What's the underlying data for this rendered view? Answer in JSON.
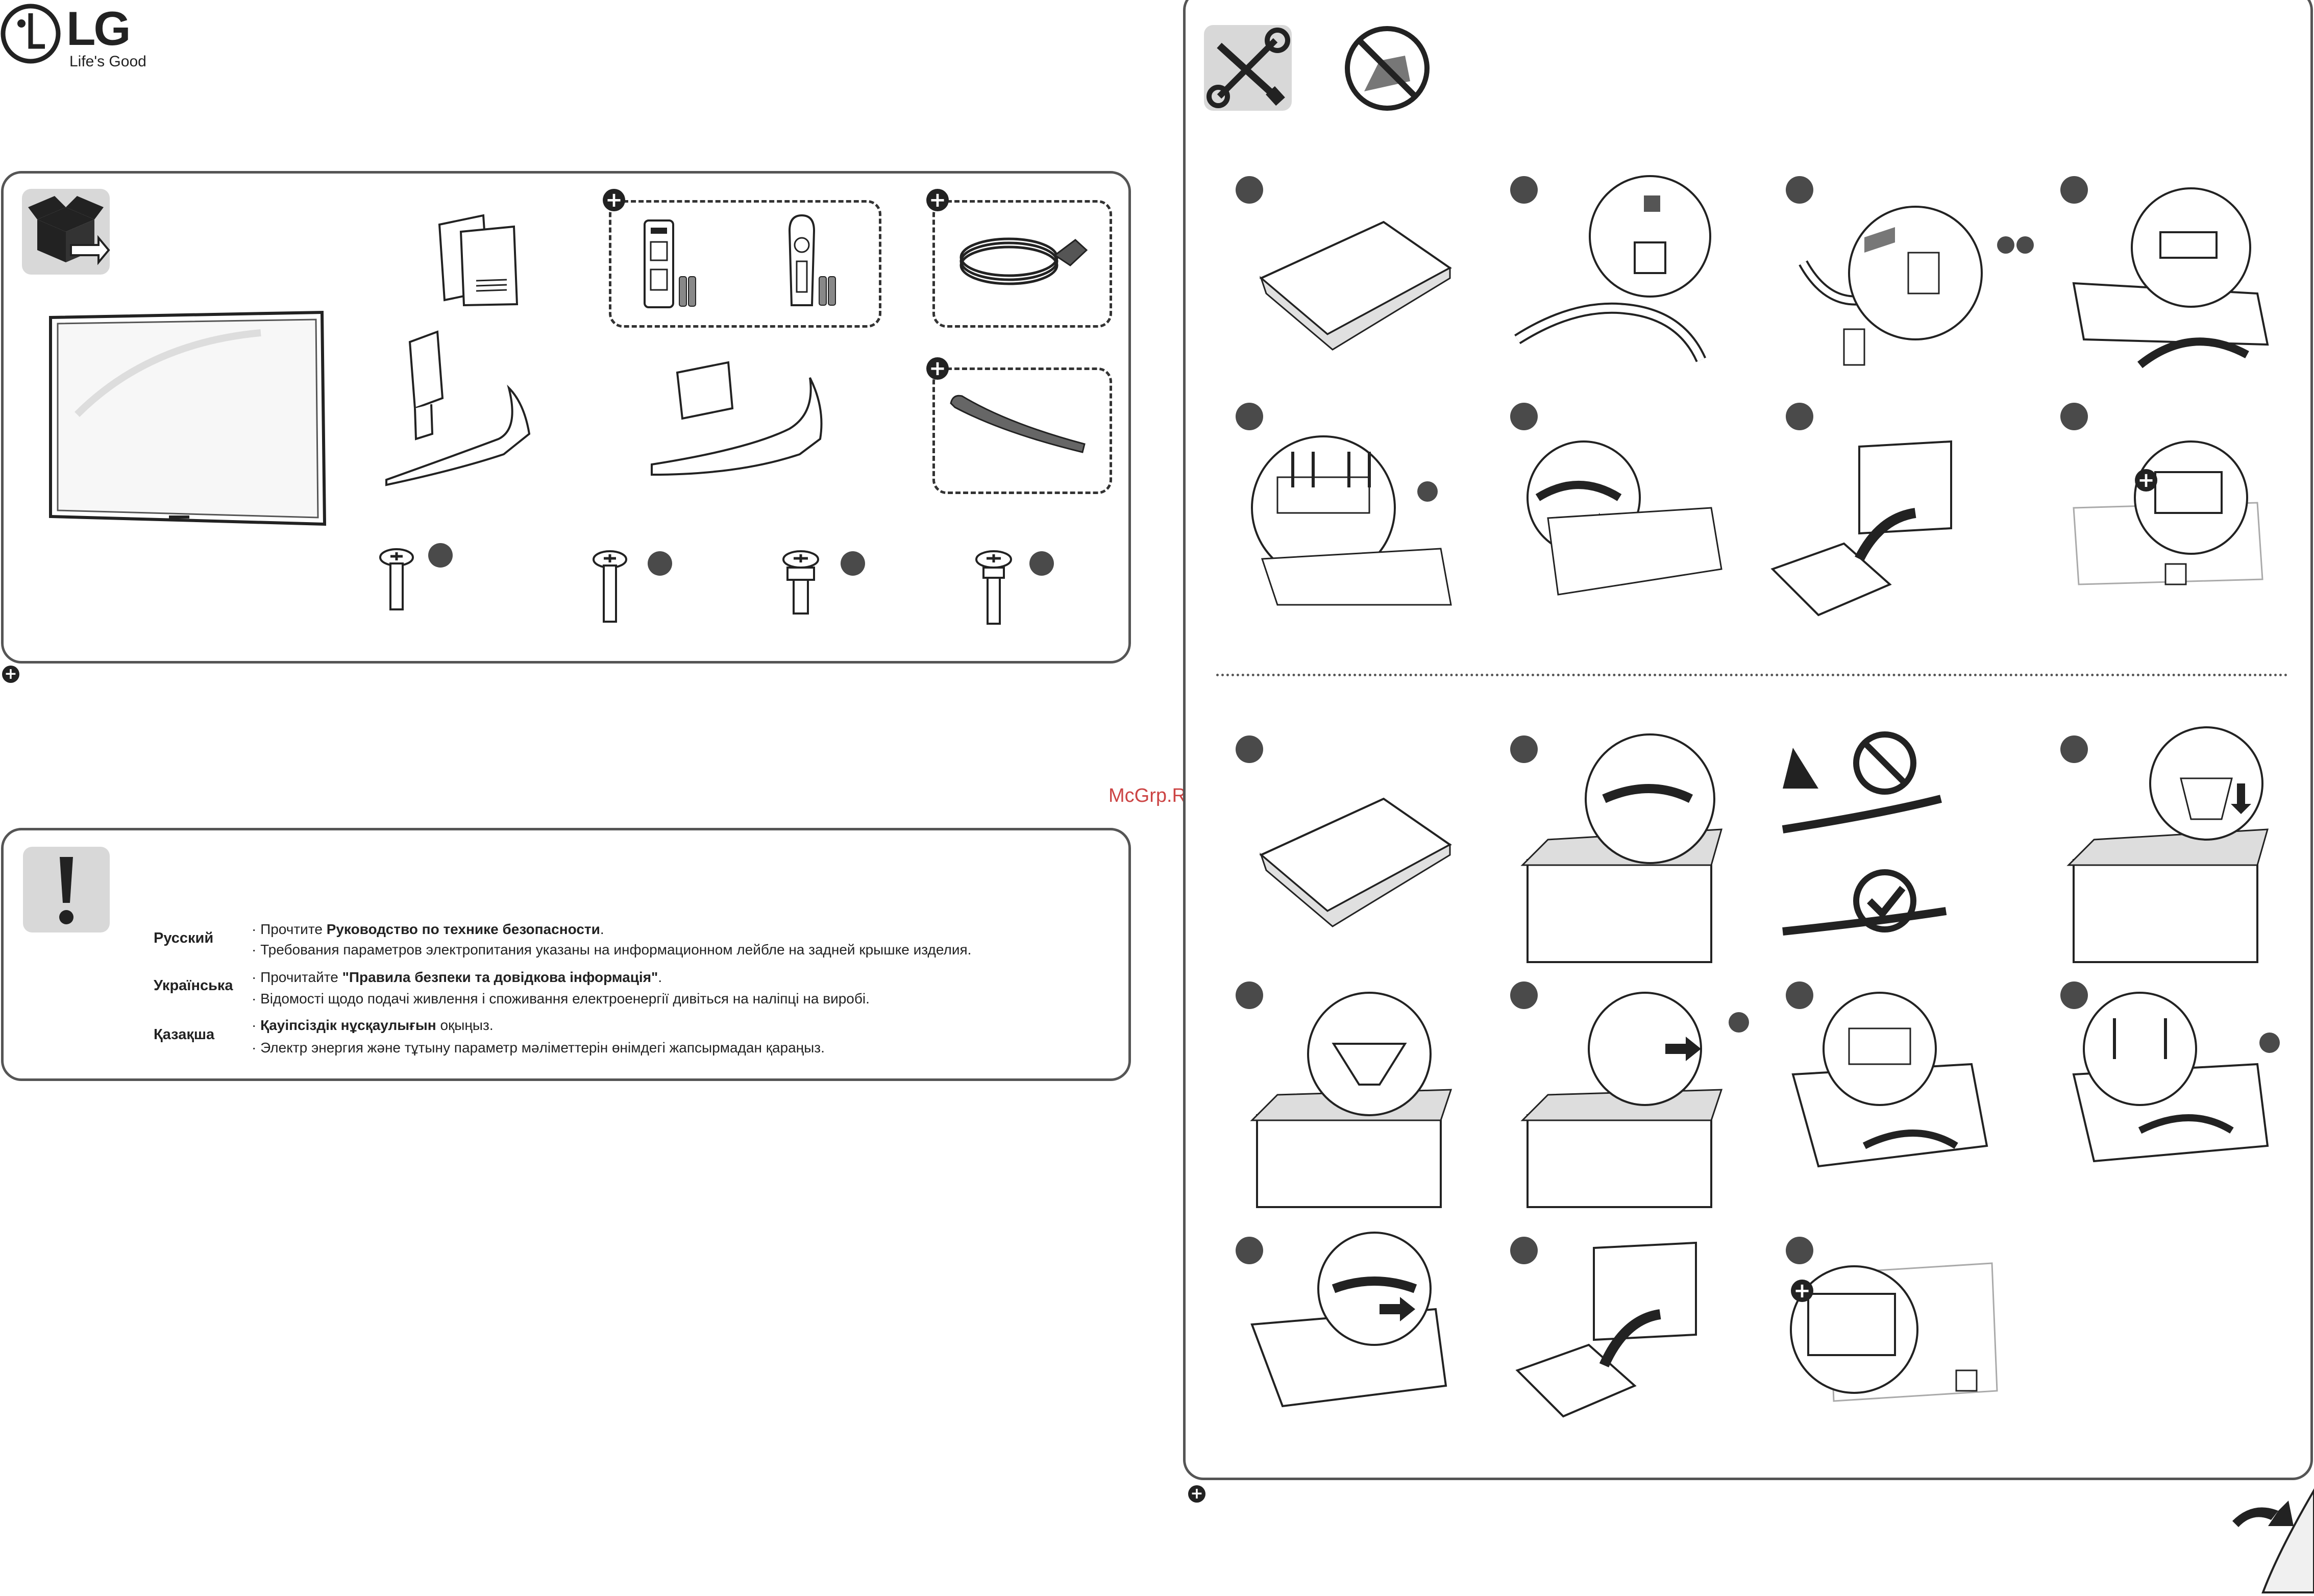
{
  "brand": {
    "logo_text": "LG",
    "tagline": "Life's Good"
  },
  "watermark": "McGrp.Ru",
  "plus_symbol": "+",
  "safety": {
    "languages": [
      {
        "name": "Русский",
        "l1_pre": "Прочтите ",
        "l1_bold": "Руководство по технике безопасности",
        "l1_post": ".",
        "l2": "Требования параметров электропитания указаны на информационном лейбле на задней крышке изделия."
      },
      {
        "name": "Українська",
        "l1_pre": "Прочитайте ",
        "l1_bold": "\"Правила безпеки та довідкова інформація\"",
        "l1_post": ".",
        "l2": "Відомості щодо подачі живлення і споживання електроенергії дивіться на наліпці на виробі."
      },
      {
        "name": "Қазақша",
        "l1_pre": "",
        "l1_bold": "Қауіпсіздік нұсқаулығын",
        "l1_post": " оқыңыз.",
        "l2": "Электр энергия және тұтыну параметр мәліметтерін өнімдегі жапсырмадан қараңыз."
      }
    ],
    "bullet": "·"
  },
  "colors": {
    "panel_border": "#555555",
    "badge": "#4a4a4a",
    "tile": "#d8d8d8",
    "watermark": "#cc4444"
  }
}
